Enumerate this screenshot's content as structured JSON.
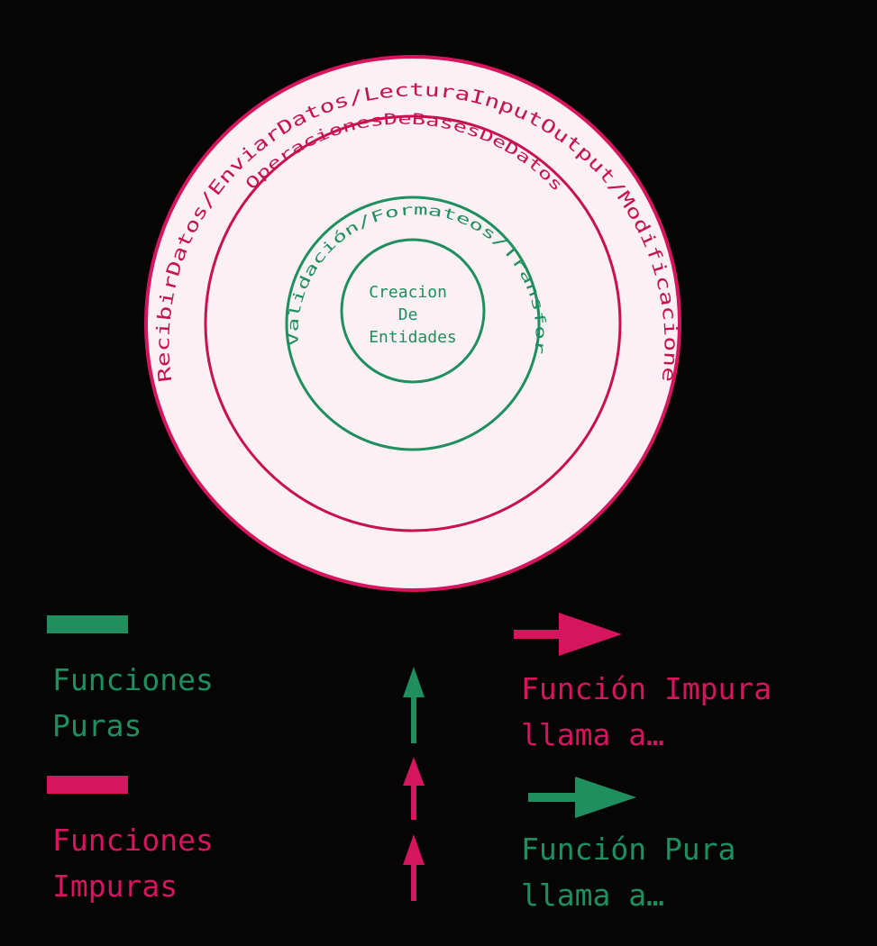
{
  "colors": {
    "background": "#050505",
    "pure": "#1f8f5f",
    "impure": "#d6155f",
    "disc_fill": "#fbf0f3"
  },
  "rings": {
    "outer": "RecibirDatos/EnviarDatos/LecturaInputOutput/ModificacionesDeArchivos",
    "databases": "OperacionesDeBasesDeDatos",
    "validation": "Validación/Formateos/Transformaciones",
    "core_lines": [
      "Creacion",
      "De",
      "Entidades"
    ]
  },
  "legend": {
    "pure_lines": [
      "Funciones",
      "Puras"
    ],
    "impure_lines": [
      "Funciones",
      "Impuras"
    ]
  },
  "arrows_legend": {
    "impure_call_lines": [
      "Función Impura",
      "llama a…"
    ],
    "pure_call_lines": [
      "Función Pura",
      "llama a…"
    ]
  }
}
